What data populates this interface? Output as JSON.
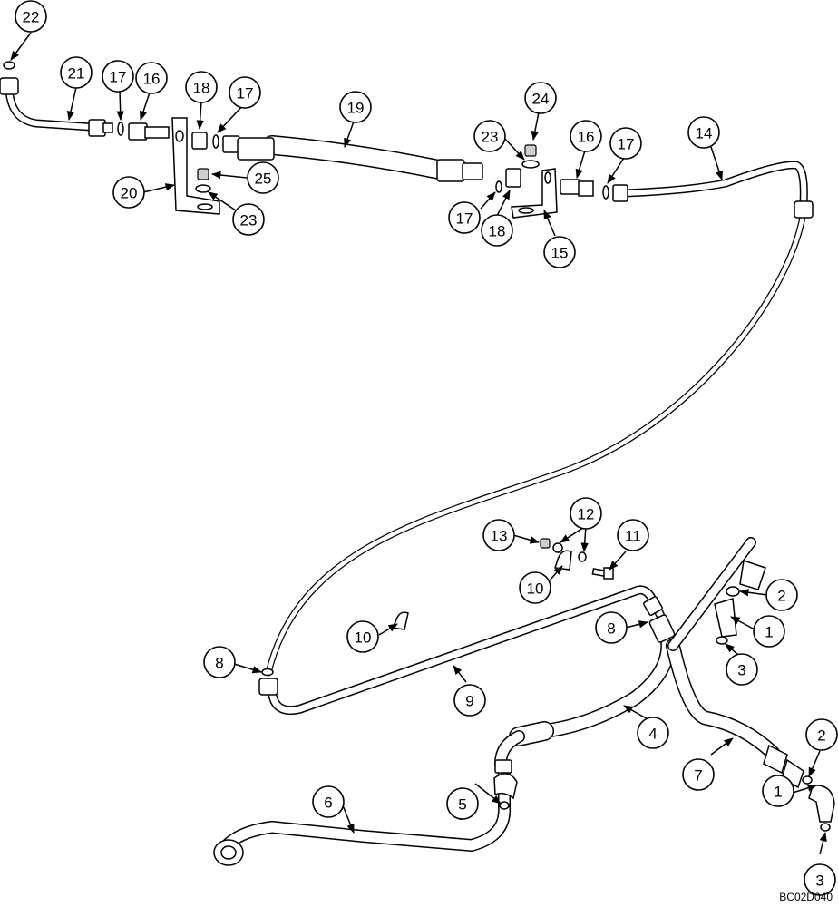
{
  "diagram_code": "BC02D040",
  "callouts": [
    {
      "label": "22"
    },
    {
      "label": "21"
    },
    {
      "label": "17"
    },
    {
      "label": "16"
    },
    {
      "label": "18"
    },
    {
      "label": "17"
    },
    {
      "label": "19"
    },
    {
      "label": "20"
    },
    {
      "label": "25"
    },
    {
      "label": "23"
    },
    {
      "label": "24"
    },
    {
      "label": "23"
    },
    {
      "label": "16"
    },
    {
      "label": "17"
    },
    {
      "label": "14"
    },
    {
      "label": "17"
    },
    {
      "label": "18"
    },
    {
      "label": "15"
    },
    {
      "label": "12"
    },
    {
      "label": "13"
    },
    {
      "label": "11"
    },
    {
      "label": "10"
    },
    {
      "label": "10"
    },
    {
      "label": "2"
    },
    {
      "label": "1"
    },
    {
      "label": "3"
    },
    {
      "label": "8"
    },
    {
      "label": "8"
    },
    {
      "label": "9"
    },
    {
      "label": "4"
    },
    {
      "label": "7"
    },
    {
      "label": "2"
    },
    {
      "label": "1"
    },
    {
      "label": "3"
    },
    {
      "label": "5"
    },
    {
      "label": "6"
    }
  ]
}
